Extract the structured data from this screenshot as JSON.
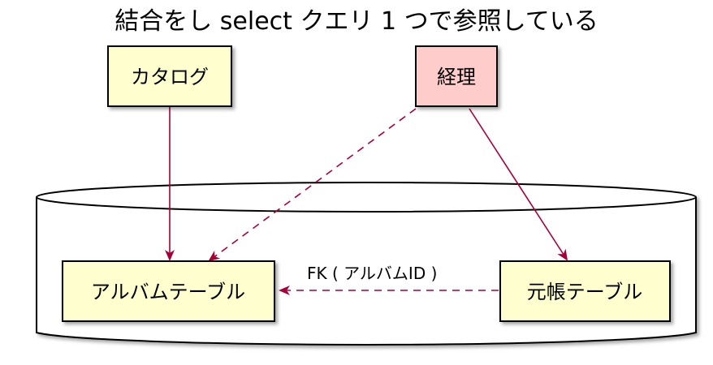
{
  "title": "結合をし select クエリ 1 つで参照している",
  "nodes": {
    "catalog": {
      "label": "カタログ",
      "fill": "#fefece"
    },
    "accounting": {
      "label": "経理",
      "fill": "#ffcccc"
    },
    "album_table": {
      "label": "アルバムテーブル",
      "fill": "#fefece"
    },
    "ledger_table": {
      "label": "元帳テーブル",
      "fill": "#fefece"
    }
  },
  "edges": [
    {
      "from": "catalog",
      "to": "album_table",
      "style": "solid"
    },
    {
      "from": "accounting",
      "to": "album_table",
      "style": "dashed"
    },
    {
      "from": "accounting",
      "to": "ledger_table",
      "style": "solid"
    },
    {
      "from": "ledger_table",
      "to": "album_table",
      "style": "dashed",
      "label": "FK ( アルバムID )"
    }
  ],
  "colors": {
    "arrow": "#a80036",
    "border": "#000000",
    "database_fill": "#ffffff"
  }
}
